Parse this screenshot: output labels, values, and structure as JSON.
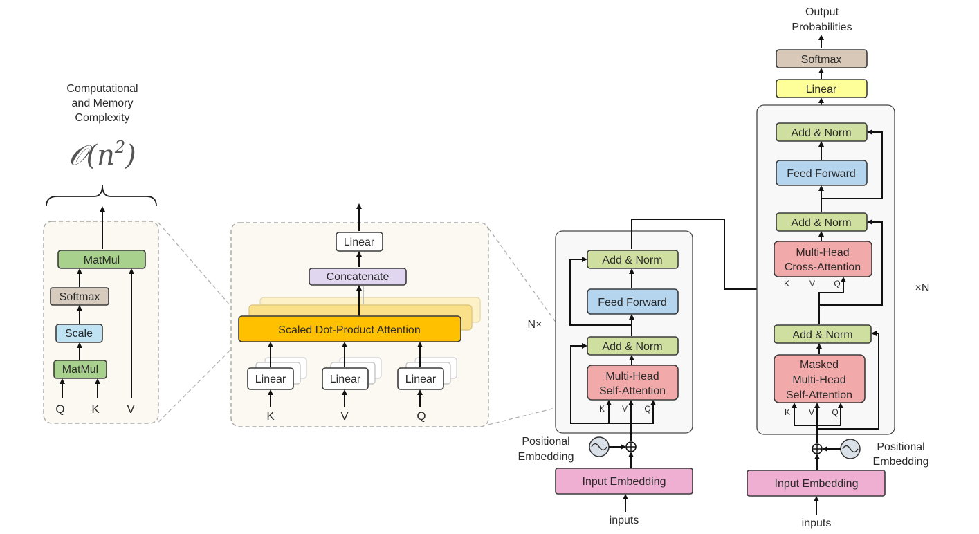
{
  "complexity": {
    "caption_line1": "Computational",
    "caption_line2": "and Memory",
    "caption_line3": "Complexity",
    "formula_base": "𝒪(n",
    "formula_exp": "2",
    "formula_close": ")"
  },
  "sdpa_detail": {
    "matmul_top": "MatMul",
    "softmax": "Softmax",
    "scale": "Scale",
    "matmul_bottom": "MatMul",
    "input_q": "Q",
    "input_k": "K",
    "input_v": "V"
  },
  "multihead_detail": {
    "linear_out": "Linear",
    "concatenate": "Concatenate",
    "sdpa": "Scaled Dot-Product Attention",
    "linear_k": "Linear",
    "linear_v": "Linear",
    "linear_q": "Linear",
    "input_k": "K",
    "input_v": "V",
    "input_q": "Q"
  },
  "encoder": {
    "repeat_label": "N×",
    "add_norm_top": "Add & Norm",
    "feed_forward": "Feed Forward",
    "add_norm_bottom": "Add & Norm",
    "attention_line1": "Multi-Head",
    "attention_line2": "Self-Attention",
    "port_k": "K",
    "port_v": "V",
    "port_q": "Q",
    "positional_line1": "Positional",
    "positional_line2": "Embedding",
    "input_embedding": "Input Embedding",
    "inputs": "inputs"
  },
  "decoder": {
    "output_line1": "Output",
    "output_line2": "Probabilities",
    "softmax": "Softmax",
    "linear": "Linear",
    "add_norm_top": "Add & Norm",
    "feed_forward": "Feed Forward",
    "add_norm_mid": "Add & Norm",
    "cross_line1": "Multi-Head",
    "cross_line2": "Cross-Attention",
    "cross_port_k": "K",
    "cross_port_v": "V",
    "cross_port_q": "Q",
    "repeat_label": "×N",
    "add_norm_bottom": "Add & Norm",
    "masked_line1": "Masked",
    "masked_line2": "Multi-Head",
    "masked_line3": "Self-Attention",
    "port_k": "K",
    "port_v": "V",
    "port_q": "Q",
    "positional_line1": "Positional",
    "positional_line2": "Embedding",
    "input_embedding": "Input Embedding",
    "inputs": "inputs"
  },
  "colors": {
    "matmul": "#a9d18e",
    "softmax": "#d6cbbd",
    "scale": "#bfe3f3",
    "linear_white": "#ffffff",
    "concatenate": "#e1d6ef",
    "sdpa": "#ffc000",
    "add_norm": "#cfdf9f",
    "feed_forward": "#b5d5ef",
    "attention": "#f2a9a9",
    "embedding": "#efafd2",
    "linear_yellow": "#ffff99",
    "softmax_dec": "#d8c8b8"
  }
}
